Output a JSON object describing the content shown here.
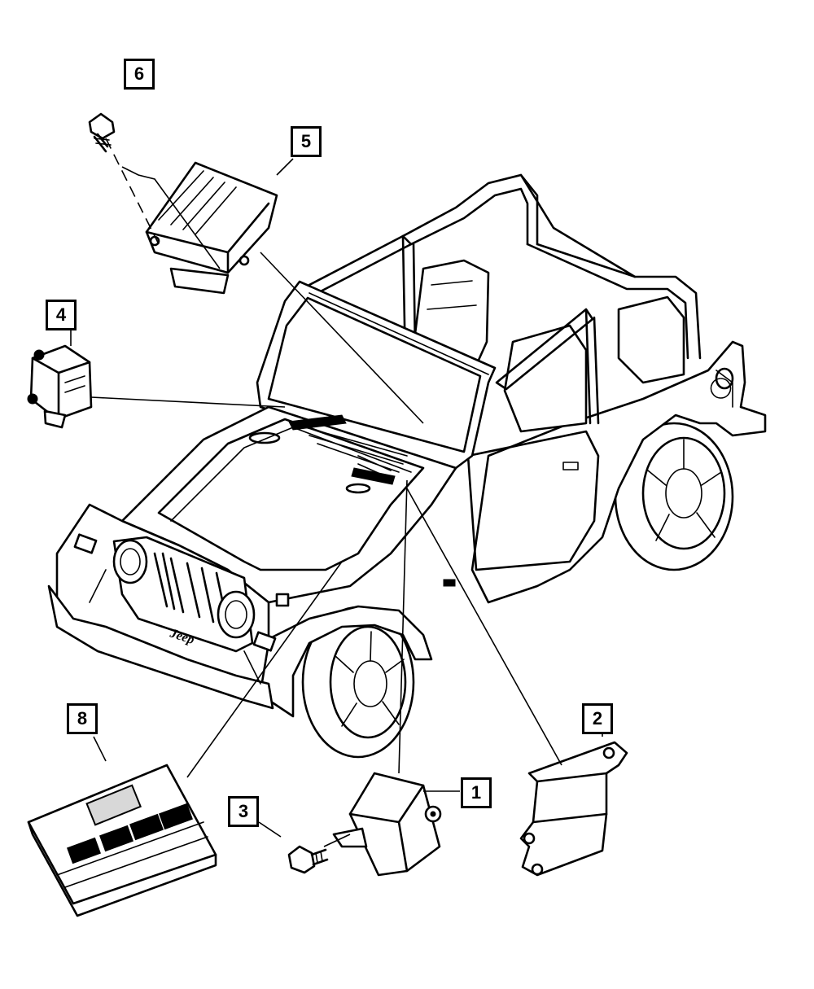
{
  "diagram": {
    "callouts": [
      {
        "id": "1",
        "label": "1"
      },
      {
        "id": "2",
        "label": "2"
      },
      {
        "id": "3",
        "label": "3"
      },
      {
        "id": "4",
        "label": "4"
      },
      {
        "id": "5",
        "label": "5"
      },
      {
        "id": "6",
        "label": "6"
      },
      {
        "id": "8",
        "label": "8"
      }
    ],
    "badge_text": "Jeep"
  }
}
